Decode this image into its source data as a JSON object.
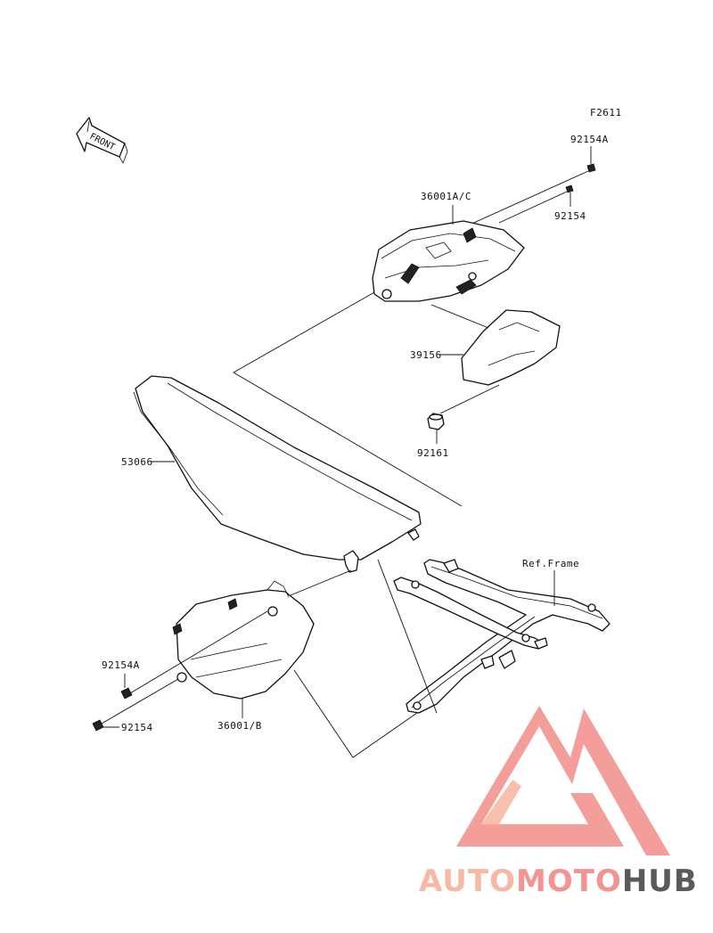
{
  "figure_code": "F2611",
  "front_label": "FRONT",
  "callouts": {
    "bolt_top_a": "92154A",
    "bolt_top": "92154",
    "cover_right": "36001A/C",
    "pad": "39156",
    "damper": "92161",
    "seat": "53066",
    "frame_ref": "Ref.Frame",
    "bolt_left_a": "92154A",
    "bolt_left": "92154",
    "cover_left": "36001/B"
  },
  "watermark": {
    "part1": "AUTO",
    "part2": "MOTO",
    "part3": "HUB",
    "color_light": "#f7b9a4",
    "color_mid": "#f2948f",
    "color_dark": "#5a5a5a"
  }
}
